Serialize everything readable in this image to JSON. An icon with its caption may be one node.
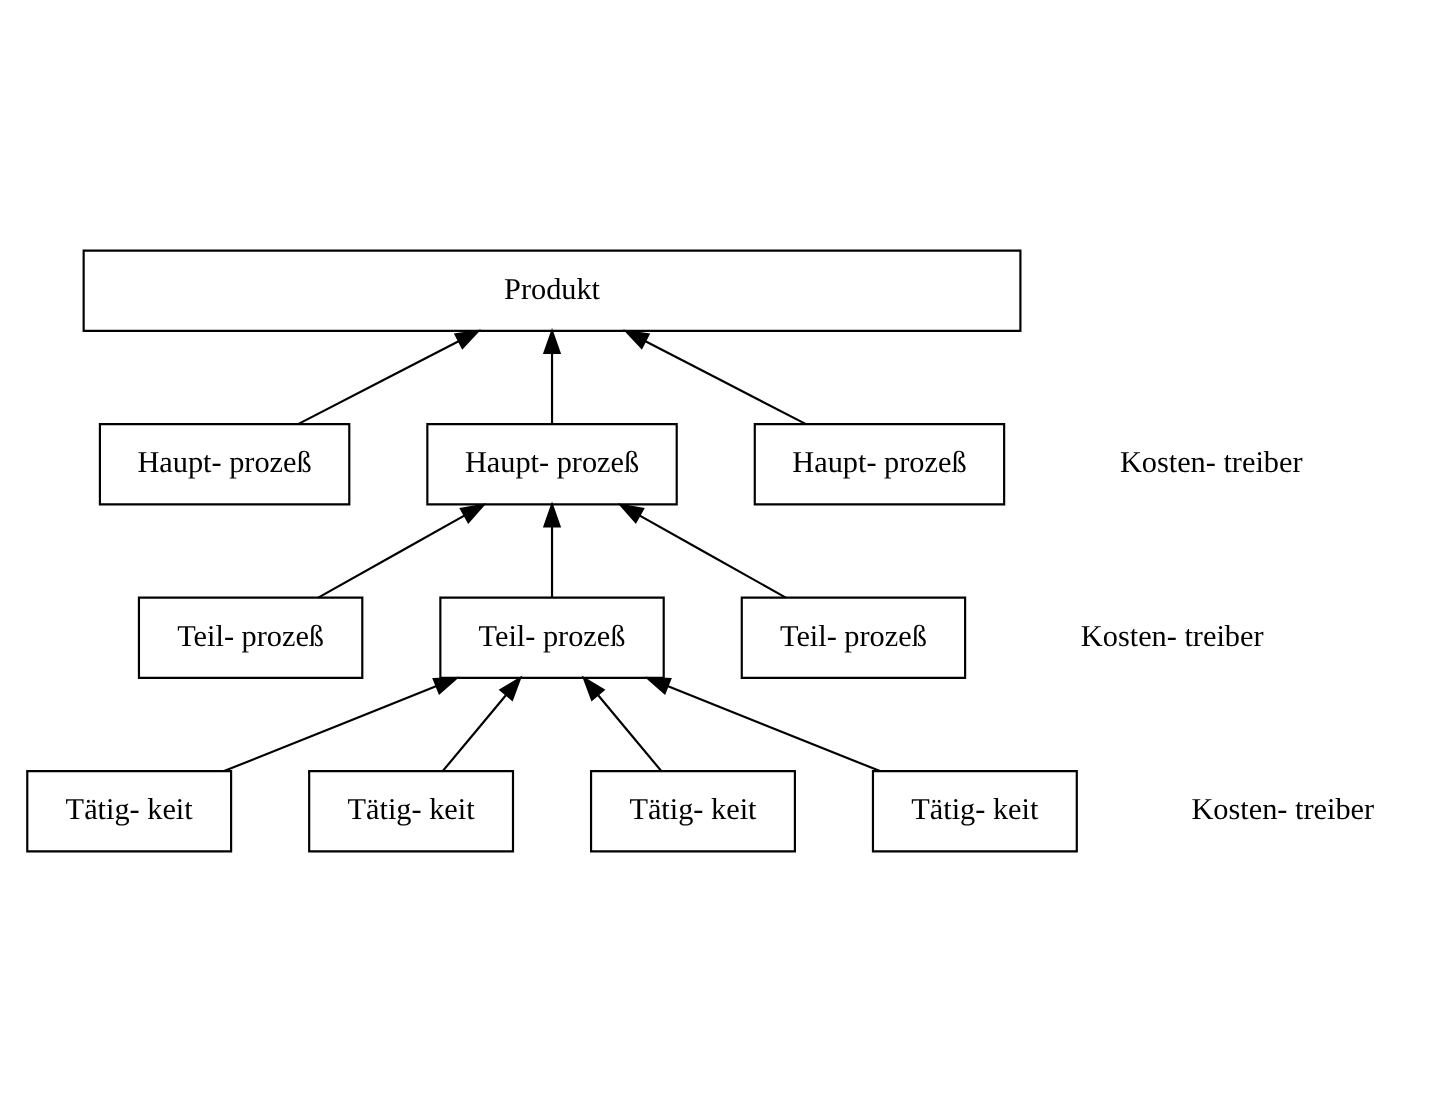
{
  "diagram": {
    "nodes": [
      {
        "text": [
          "Produkt"
        ]
      },
      {
        "text": [
          "Haupt- prozeß"
        ]
      },
      {
        "text": [
          "Haupt- prozeß"
        ]
      },
      {
        "text": [
          "Haupt- prozeß"
        ]
      },
      {
        "text": [
          "Teil- prozeß"
        ]
      },
      {
        "text": [
          "Teil- prozeß"
        ]
      },
      {
        "text": [
          "Teil- prozeß"
        ]
      },
      {
        "text": [
          "Tätig- keit"
        ]
      },
      {
        "text": [
          "Tätig- keit"
        ]
      },
      {
        "text": [
          "Tätig- keit"
        ]
      },
      {
        "text": [
          "Tätig- keit"
        ]
      }
    ],
    "edges": [
      {
        "from": 1,
        "to": 0,
        "arrow": "to"
      },
      {
        "from": 2,
        "to": 0,
        "arrow": "to"
      },
      {
        "from": 3,
        "to": 0,
        "arrow": "to"
      },
      {
        "from": 4,
        "to": 2,
        "arrow": "to"
      },
      {
        "from": 5,
        "to": 2,
        "arrow": "to"
      },
      {
        "from": 6,
        "to": 2,
        "arrow": "to"
      },
      {
        "from": 7,
        "to": 5,
        "arrow": "to"
      },
      {
        "from": 8,
        "to": 5,
        "arrow": "to"
      },
      {
        "from": 9,
        "to": 5,
        "arrow": "to"
      },
      {
        "from": 10,
        "to": 5,
        "arrow": "to"
      }
    ],
    "labels": [
      "Kosten- treiber",
      "Kosten- treiber",
      "Kosten- treiber"
    ]
  }
}
